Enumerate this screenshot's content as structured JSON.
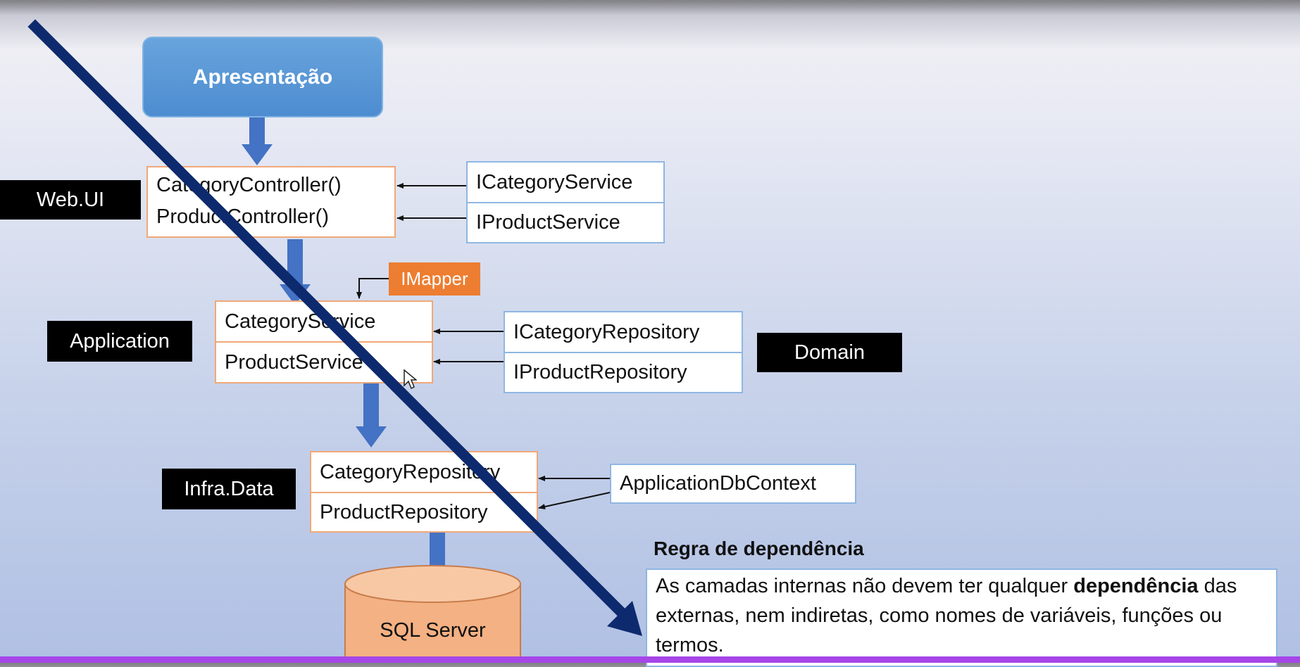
{
  "presentation": {
    "label": "Apresentação"
  },
  "layers": {
    "web_ui": "Web.UI",
    "application": "Application",
    "domain": "Domain",
    "infra_data": "Infra.Data"
  },
  "web_ui_box": {
    "items": [
      "CategoryController()",
      "ProductController()"
    ]
  },
  "web_ui_interfaces": {
    "items": [
      "ICategoryService",
      "IProductService"
    ]
  },
  "imapper": {
    "label": "IMapper"
  },
  "application_box": {
    "items": [
      "CategoryService",
      "ProductService"
    ]
  },
  "domain_interfaces": {
    "items": [
      "ICategoryRepository",
      "IProductRepository"
    ]
  },
  "infra_box": {
    "items": [
      "CategoryRepository",
      "ProductRepository"
    ]
  },
  "db_context": {
    "label": "ApplicationDbContext"
  },
  "database": {
    "label": "SQL Server"
  },
  "rule": {
    "title": "Regra de dependência",
    "text_before": "As camadas internas não devem ter qualquer ",
    "text_bold": "dependência",
    "text_after": " das externas, nem indiretas, como nomes de variáveis, funções ou termos."
  },
  "colors": {
    "presentation_blue": "#5b9bd5",
    "arrow_blue": "#4472c4",
    "imapper_orange": "#ed7d31",
    "box_border_orange": "#f0a878",
    "box_border_blue": "#8fb6e2",
    "diagonal_arrow_navy": "#0d2a6e",
    "database_fill": "#f4b183"
  }
}
